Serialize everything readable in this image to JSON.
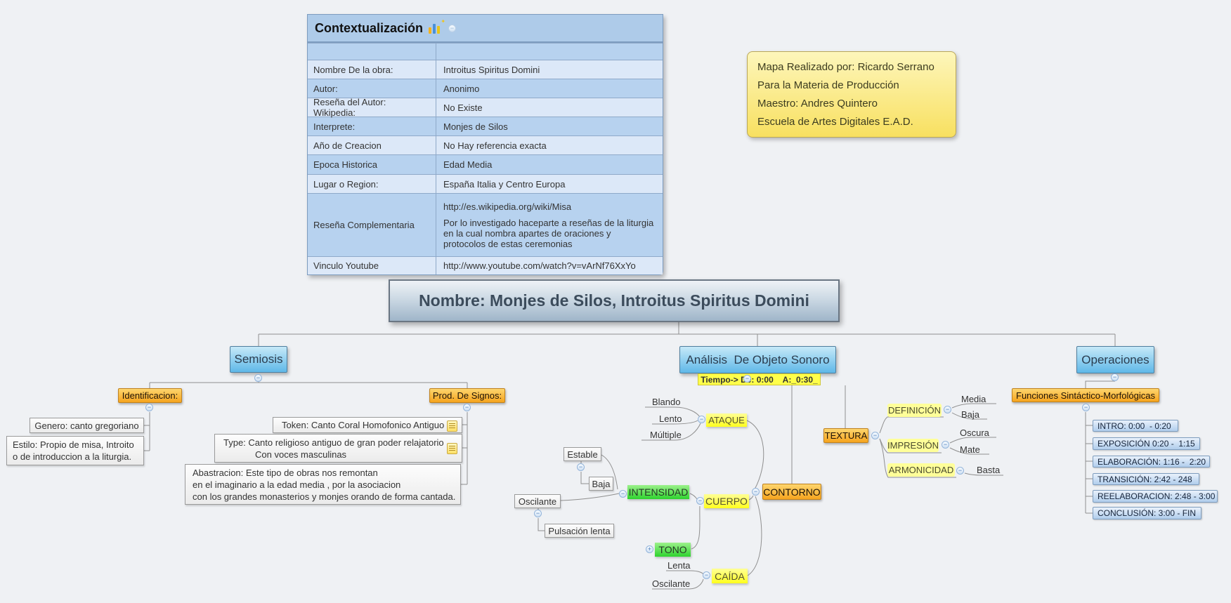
{
  "colors": {
    "canvas_bg": "#eff1f4",
    "table_header_blue": "#aecbe9",
    "table_row_medium": "#b7d2ef",
    "table_row_light": "#dce8f8",
    "topic_blue": "#5fb8e8",
    "label_orange": "#f6a41e",
    "label_yellow": "#ffff2e",
    "label_pale_yellow": "#ffff99",
    "label_green": "#2ed32e",
    "note_yellow": "#f8e060",
    "list_item_blue": "#b0cdec"
  },
  "context_table": {
    "title": "Contextualización",
    "rows": [
      {
        "label": "Nombre De la obra:",
        "value": "Introitus Spiritus Domini"
      },
      {
        "label": "Autor:",
        "value": "Anonimo"
      },
      {
        "label": "Reseña del Autor: Wikipedia:",
        "value": "No Existe"
      },
      {
        "label": "Interprete:",
        "value": "Monjes de Silos"
      },
      {
        "label": "Año de Creacion",
        "value": "No Hay referencia exacta"
      },
      {
        "label": "Epoca Historica",
        "value": "Edad Media"
      },
      {
        "label": "Lugar o Region:",
        "value": "España Italia y Centro Europa"
      },
      {
        "label": "Reseña Complementaria",
        "value_link": "http://es.wikipedia.org/wiki/Misa",
        "value_text": "Por lo investigado haceparte a reseñas de la liturgia en la cual nombra apartes de oraciones y protocolos de estas ceremonias"
      },
      {
        "label": "Vinculo Youtube",
        "value": "http://www.youtube.com/watch?v=vArNf76XxYo"
      }
    ]
  },
  "note": {
    "line1": "Mapa Realizado por: Ricardo Serrano",
    "line2": "Para la Materia de Producción",
    "line3": "Maestro: Andres Quintero",
    "line4": "Escuela de Artes Digitales E.A.D."
  },
  "root_title": "Nombre: Monjes de Silos, Introitus Spiritus Domini",
  "semiosis": {
    "title": "Semiosis",
    "identificacion_label": "Identificacion:",
    "genero": "Genero: canto gregoriano",
    "estilo_line1": "Estilo: Propio de misa, Introito",
    "estilo_line2": "o de introduccion a la liturgia.",
    "prod_label": "Prod. De Signos:",
    "token": "Token: Canto Coral Homofonico Antiguo",
    "type_line1": "Type: Canto religioso antiguo de gran poder relajatorio",
    "type_line2": "Con voces masculinas",
    "abastracion_line1": "Abastracion: Este tipo de obras nos remontan",
    "abastracion_line2": "en el imaginario a la edad media , por la asociacion",
    "abastracion_line3": "con los grandes monasterios y monjes orando de forma cantada."
  },
  "analisis": {
    "title": "Análisis  De Objeto Sonoro",
    "tiempo": "Tiempo-> De: 0:00    A:_0:30_",
    "ataque": "ATAQUE",
    "ataque_children": [
      "Blando",
      "Lento",
      "Múltiple"
    ],
    "intensidad": "INTENSIDAD",
    "estable": "Estable",
    "estable_child": "Baja",
    "oscilante": "Oscilante",
    "oscilante_child": "Pulsación lenta",
    "cuerpo": "CUERPO",
    "tono": "TONO",
    "caida": "CAÍDA",
    "caida_children": [
      "Lenta",
      "Oscilante"
    ],
    "contorno": "CONTORNO",
    "textura": "TEXTURA",
    "definicion": "DEFINICIÓN",
    "definicion_children": [
      "Media",
      "Baja"
    ],
    "impresion": "IMPRESIÓN",
    "impresion_children": [
      "Oscura",
      "Mate"
    ],
    "armonicidad": "ARMONICIDAD",
    "armonicidad_children": [
      "Basta"
    ]
  },
  "operaciones": {
    "title": "Operaciones",
    "funciones_label": "Funciones Sintáctico-Morfológicas",
    "items": [
      "INTRO: 0:00  - 0:20",
      "EXPOSICIÓN 0:20 -  1:15",
      "ELABORACIÓN: 1:16 -  2:20",
      "TRANSICIÓN: 2:42 - 248",
      "REELABORACION: 2:48 - 3:00",
      "CONCLUSIÓN: 3:00 - FIN"
    ]
  }
}
